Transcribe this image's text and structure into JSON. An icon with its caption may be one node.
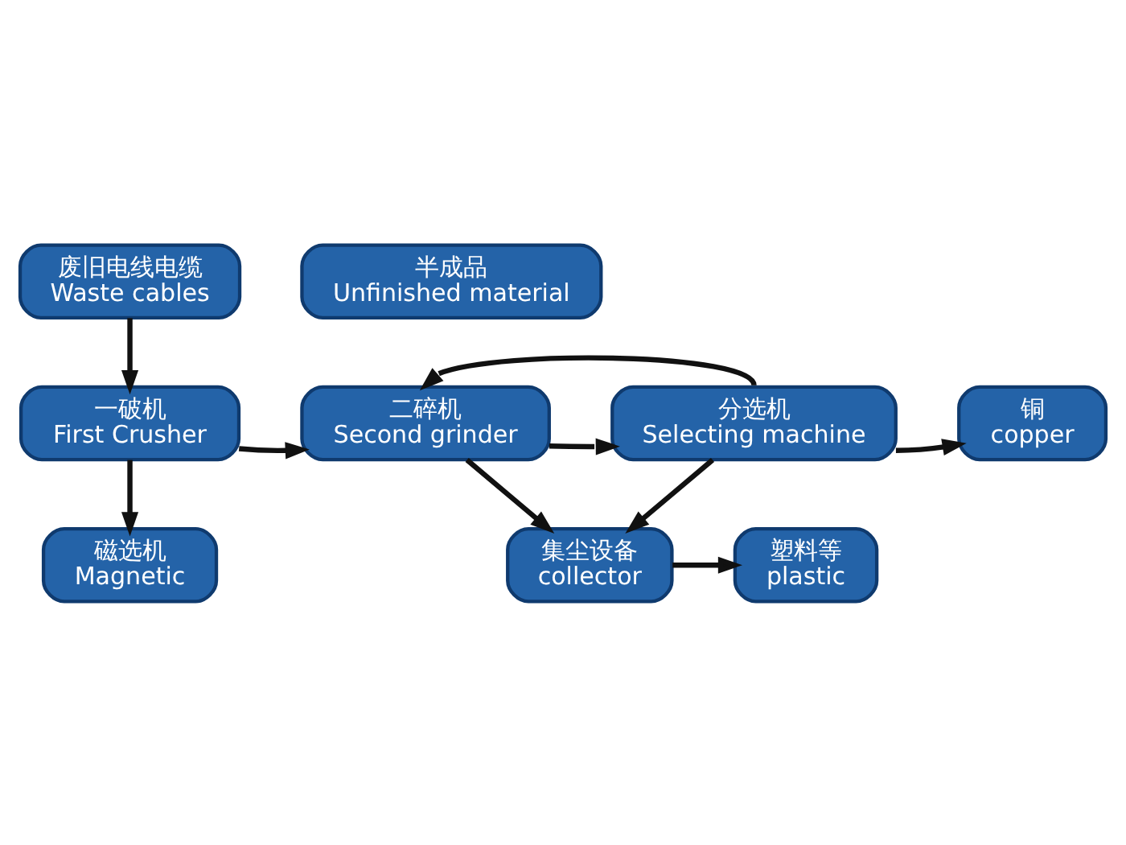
{
  "diagram": {
    "nodes": [
      {
        "text": [
          "废旧电线电缆",
          "Waste cables"
        ]
      },
      {
        "text": [
          "半成品",
          "Unfinished material"
        ]
      },
      {
        "text": [
          "一破机",
          "First Crusher"
        ]
      },
      {
        "text": [
          "二碎机",
          "Second grinder"
        ]
      },
      {
        "text": [
          "分选机",
          "Selecting machine"
        ]
      },
      {
        "text": [
          "铜",
          "copper"
        ]
      },
      {
        "text": [
          "磁选机",
          "Magnetic"
        ]
      },
      {
        "text": [
          "集尘设备",
          "collector"
        ]
      },
      {
        "text": [
          "塑料等",
          "plastic"
        ]
      }
    ],
    "edges": [
      {
        "from": 0,
        "to": 2,
        "arrow": "to"
      },
      {
        "from": 2,
        "to": 3,
        "arrow": "to"
      },
      {
        "from": 3,
        "to": 4,
        "arrow": "to"
      },
      {
        "from": 4,
        "to": 5,
        "arrow": "to"
      },
      {
        "from": 4,
        "to": 3,
        "arrow": "to"
      },
      {
        "from": 2,
        "to": 6,
        "arrow": "to"
      },
      {
        "from": 3,
        "to": 7,
        "arrow": "to"
      },
      {
        "from": 4,
        "to": 7,
        "arrow": "to"
      },
      {
        "from": 7,
        "to": 8,
        "arrow": "to"
      }
    ]
  }
}
